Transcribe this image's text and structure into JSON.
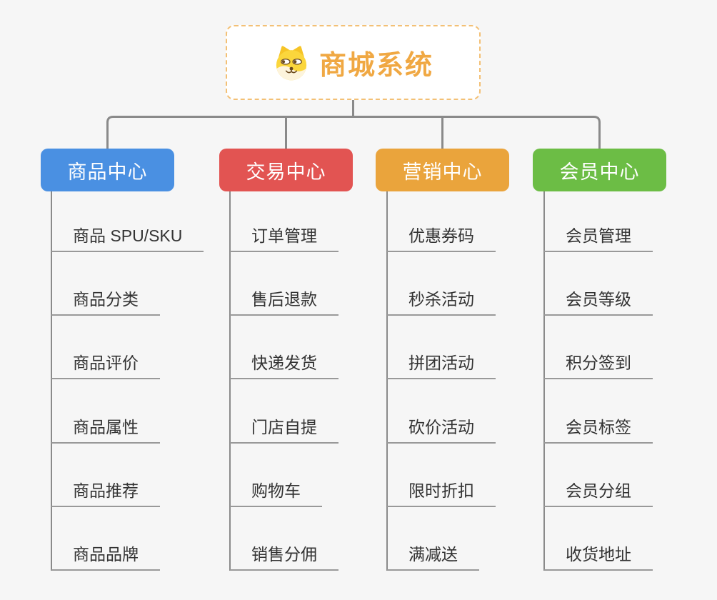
{
  "root": {
    "title": "商城系统",
    "icon": "dog-face-icon"
  },
  "branches": [
    {
      "label": "商品中心",
      "color": "#4a90e2",
      "children": [
        "商品 SPU/SKU",
        "商品分类",
        "商品评价",
        "商品属性",
        "商品推荐",
        "商品品牌"
      ]
    },
    {
      "label": "交易中心",
      "color": "#e25452",
      "children": [
        "订单管理",
        "售后退款",
        "快递发货",
        "门店自提",
        "购物车",
        "销售分佣"
      ]
    },
    {
      "label": "营销中心",
      "color": "#eaa43c",
      "children": [
        "优惠券码",
        "秒杀活动",
        "拼团活动",
        "砍价活动",
        "限时折扣",
        "满减送"
      ]
    },
    {
      "label": "会员中心",
      "color": "#6cbd45",
      "children": [
        "会员管理",
        "会员等级",
        "积分签到",
        "会员标签",
        "会员分组",
        "收货地址"
      ]
    }
  ],
  "colors": {
    "background": "#f6f6f6",
    "connector": "#8a8a8a",
    "underline": "#999999",
    "leaf_text": "#333333",
    "root_accent": "#f0a843",
    "root_border": "#f3c075",
    "node_text": "#ffffff"
  }
}
